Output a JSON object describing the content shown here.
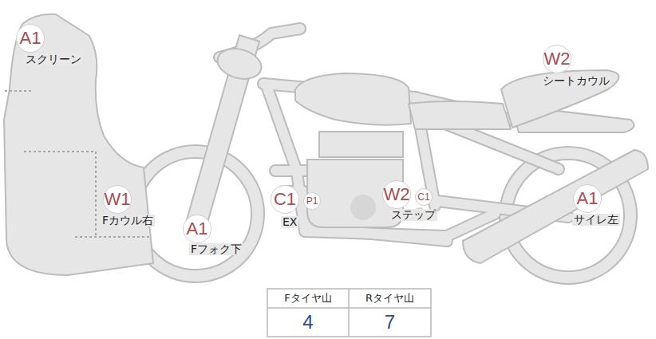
{
  "diagram": {
    "nodes": [
      {
        "text": [
          "A1",
          "スクリーン"
        ]
      },
      {
        "text": [
          "W2",
          "シートカウル"
        ]
      },
      {
        "text": [
          "W1",
          "Fカウル右"
        ]
      },
      {
        "text": [
          "C1",
          "EX"
        ]
      },
      {
        "text": [
          "P1"
        ]
      },
      {
        "text": [
          "A1",
          "Fフォク下"
        ]
      },
      {
        "text": [
          "W2",
          "ステップ"
        ]
      },
      {
        "text": [
          "C1"
        ]
      },
      {
        "text": [
          "A1",
          "サイレ左"
        ]
      }
    ],
    "labels": [
      "Fタイヤ山",
      "Rタイヤ山",
      "4",
      "7"
    ]
  }
}
